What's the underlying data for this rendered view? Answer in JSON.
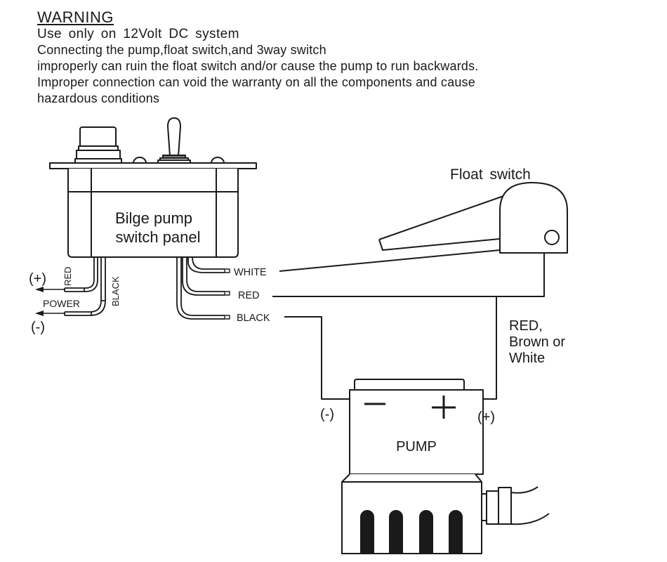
{
  "warning": {
    "title": "WARNING",
    "subtitle": "Use only on 12Volt DC system",
    "lines": [
      "Connecting the pump,float switch,and 3way switch",
      "improperly can ruin the float switch and/or cause the pump to run backwards.",
      "Improper connection can void the warranty on all the components and cause",
      "hazardous conditions"
    ]
  },
  "panel": {
    "label_line1": "Bilge pump",
    "label_line2": "switch panel"
  },
  "power": {
    "positive": "(+)",
    "negative": "(-)",
    "label": "POWER",
    "red_wire": "RED",
    "black_wire": "BLACK"
  },
  "outputs": {
    "white": "WHITE",
    "red": "RED",
    "black": "BLACK"
  },
  "float_switch": {
    "label": "Float switch"
  },
  "pump_wire_note": {
    "line1": "RED,",
    "line2": "Brown or",
    "line3": "White"
  },
  "pump": {
    "label": "PUMP",
    "minus_symbol": "−",
    "plus_symbol": "+",
    "negative_terminal": "(-)",
    "positive_terminal": "(+)"
  }
}
